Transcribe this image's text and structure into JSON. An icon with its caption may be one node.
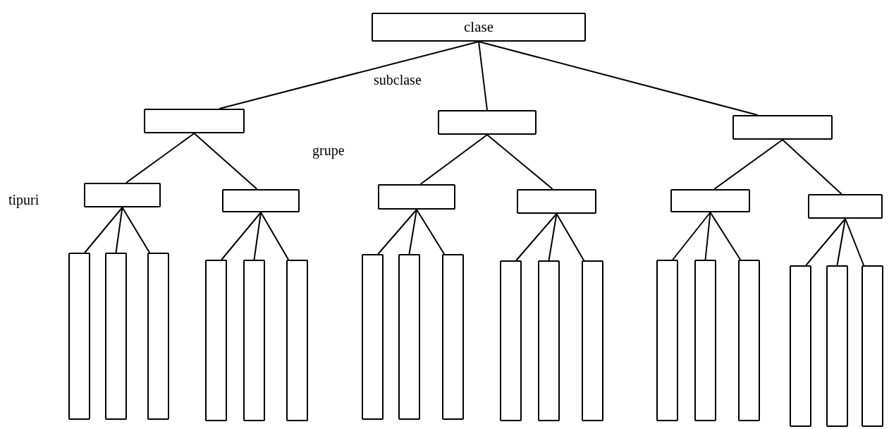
{
  "diagram": {
    "nodes": [
      {
        "text": [
          "clase"
        ]
      },
      {
        "text": [],
        "shape": "box"
      },
      {
        "text": [],
        "shape": "box"
      },
      {
        "text": [],
        "shape": "box"
      },
      {
        "text": [],
        "shape": "box"
      },
      {
        "text": [],
        "shape": "box"
      },
      {
        "text": [],
        "shape": "box"
      },
      {
        "text": [],
        "shape": "box"
      },
      {
        "text": [],
        "shape": "box"
      },
      {
        "text": [],
        "shape": "box"
      },
      {
        "text": [],
        "shape": "bar"
      },
      {
        "text": [],
        "shape": "bar"
      },
      {
        "text": [],
        "shape": "bar"
      },
      {
        "text": [],
        "shape": "bar"
      },
      {
        "text": [],
        "shape": "bar"
      },
      {
        "text": [],
        "shape": "bar"
      },
      {
        "text": [],
        "shape": "bar"
      },
      {
        "text": [],
        "shape": "bar"
      },
      {
        "text": [],
        "shape": "bar"
      },
      {
        "text": [],
        "shape": "bar"
      },
      {
        "text": [],
        "shape": "bar"
      },
      {
        "text": [],
        "shape": "bar"
      },
      {
        "text": [],
        "shape": "bar"
      },
      {
        "text": [],
        "shape": "bar"
      },
      {
        "text": [],
        "shape": "bar"
      },
      {
        "text": [],
        "shape": "bar"
      },
      {
        "text": [],
        "shape": "bar"
      },
      {
        "text": [],
        "shape": "bar"
      }
    ],
    "edges": [
      {
        "from": 0,
        "to": 1,
        "arrow": "none"
      },
      {
        "from": 0,
        "to": 2,
        "arrow": "none"
      },
      {
        "from": 0,
        "to": 3,
        "arrow": "none"
      },
      {
        "from": 1,
        "to": 4,
        "arrow": "none"
      },
      {
        "from": 1,
        "to": 5,
        "arrow": "none"
      },
      {
        "from": 2,
        "to": 6,
        "arrow": "none"
      },
      {
        "from": 2,
        "to": 7,
        "arrow": "none"
      },
      {
        "from": 3,
        "to": 8,
        "arrow": "none"
      },
      {
        "from": 3,
        "to": 9,
        "arrow": "none"
      },
      {
        "from": 4,
        "to": 10,
        "arrow": "none"
      },
      {
        "from": 4,
        "to": 11,
        "arrow": "none"
      },
      {
        "from": 4,
        "to": 12,
        "arrow": "none"
      },
      {
        "from": 5,
        "to": 13,
        "arrow": "none"
      },
      {
        "from": 5,
        "to": 14,
        "arrow": "none"
      },
      {
        "from": 5,
        "to": 15,
        "arrow": "none"
      },
      {
        "from": 6,
        "to": 16,
        "arrow": "none"
      },
      {
        "from": 6,
        "to": 17,
        "arrow": "none"
      },
      {
        "from": 6,
        "to": 18,
        "arrow": "none"
      },
      {
        "from": 7,
        "to": 19,
        "arrow": "none"
      },
      {
        "from": 7,
        "to": 20,
        "arrow": "none"
      },
      {
        "from": 7,
        "to": 21,
        "arrow": "none"
      },
      {
        "from": 8,
        "to": 22,
        "arrow": "none"
      },
      {
        "from": 8,
        "to": 23,
        "arrow": "none"
      },
      {
        "from": 8,
        "to": 24,
        "arrow": "none"
      },
      {
        "from": 9,
        "to": 25,
        "arrow": "none"
      },
      {
        "from": 9,
        "to": 26,
        "arrow": "none"
      },
      {
        "from": 9,
        "to": 27,
        "arrow": "none"
      }
    ],
    "labels": [
      "subclase",
      "grupe",
      "tipuri"
    ]
  }
}
